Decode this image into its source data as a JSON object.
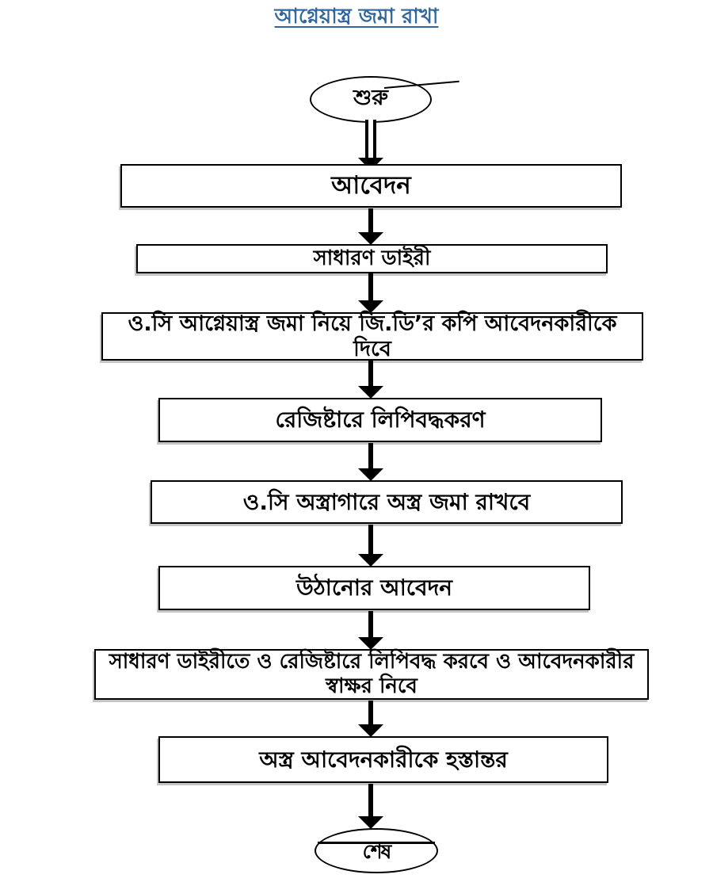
{
  "title": {
    "text": "আগ্নেয়াস্ত্র জমা রাখা",
    "color": "#31679C"
  },
  "flow": {
    "start_label": "শুরু",
    "end_label": "শেষ",
    "steps": [
      {
        "label": "আবেদন"
      },
      {
        "label": "সাধারণ ডাইরী"
      },
      {
        "label": "ও.সি আগ্নেয়াস্ত্র জমা নিয়ে জি.ডি’র কপি আবেদনকারীকে দিবে"
      },
      {
        "label": "রেজিষ্টারে লিপিবদ্ধকরণ"
      },
      {
        "label": "ও.সি অস্ত্রাগারে অস্ত্র জমা রাখবে"
      },
      {
        "label": "উঠানোর আবেদন"
      },
      {
        "label": "সাধারণ ডাইরীতে ও রেজিষ্টারে লিপিবদ্ধ করবে ও আবেদনকারীর স্বাক্ষর নিবে"
      },
      {
        "label": "অস্ত্র আবেদনকারীকে হস্তান্তর"
      }
    ]
  },
  "colors": {
    "title_blue": "#31679C",
    "node_border": "#000000",
    "node_fill": "#ffffff",
    "shadow_gray": "#969696"
  }
}
